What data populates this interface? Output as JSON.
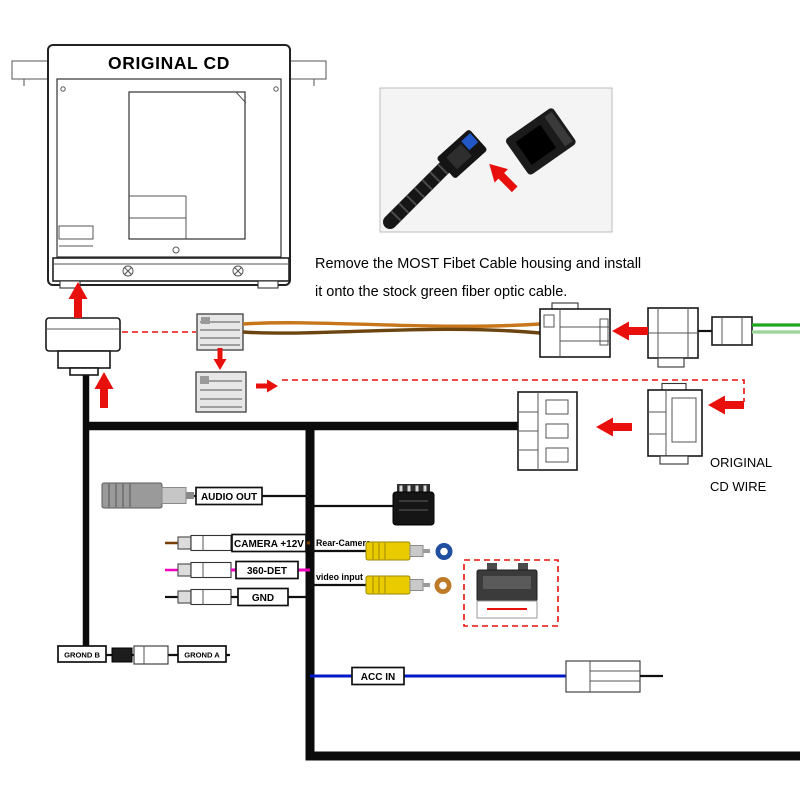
{
  "diagram": {
    "cd_unit": {
      "title": "ORIGINAL CD"
    },
    "instruction": {
      "line1": "Remove the MOST Fibet Cable housing and install",
      "line2": "it onto the stock green fiber optic cable."
    },
    "right_label": {
      "line1": "ORIGINAL",
      "line2": "CD WIRE"
    },
    "wires": {
      "audio_out": "AUDIO OUT",
      "camera_12v": "CAMERA +12V",
      "det360": "360-DET",
      "gnd": "GND",
      "grond_b": "GROND B",
      "grond_a": "GROND A",
      "acc_in": "ACC IN"
    },
    "rear_camera": {
      "line1": "Rear-Camera",
      "line2": "video input"
    }
  },
  "colors": {
    "red": "#e8100c",
    "fiber_orange": "#c8761c",
    "fiber_brown": "#6b4410",
    "fiber_green": "#1fa81f",
    "fiber_green_light": "#9bd49b",
    "wire_brown": "#7a3d00",
    "wire_magenta": "#f400c0",
    "wire_blue": "#0019c8",
    "rca_yellow": "#e9cb00",
    "ring_blue": "#1f4f9e",
    "ring_gold": "#bf7a28"
  }
}
